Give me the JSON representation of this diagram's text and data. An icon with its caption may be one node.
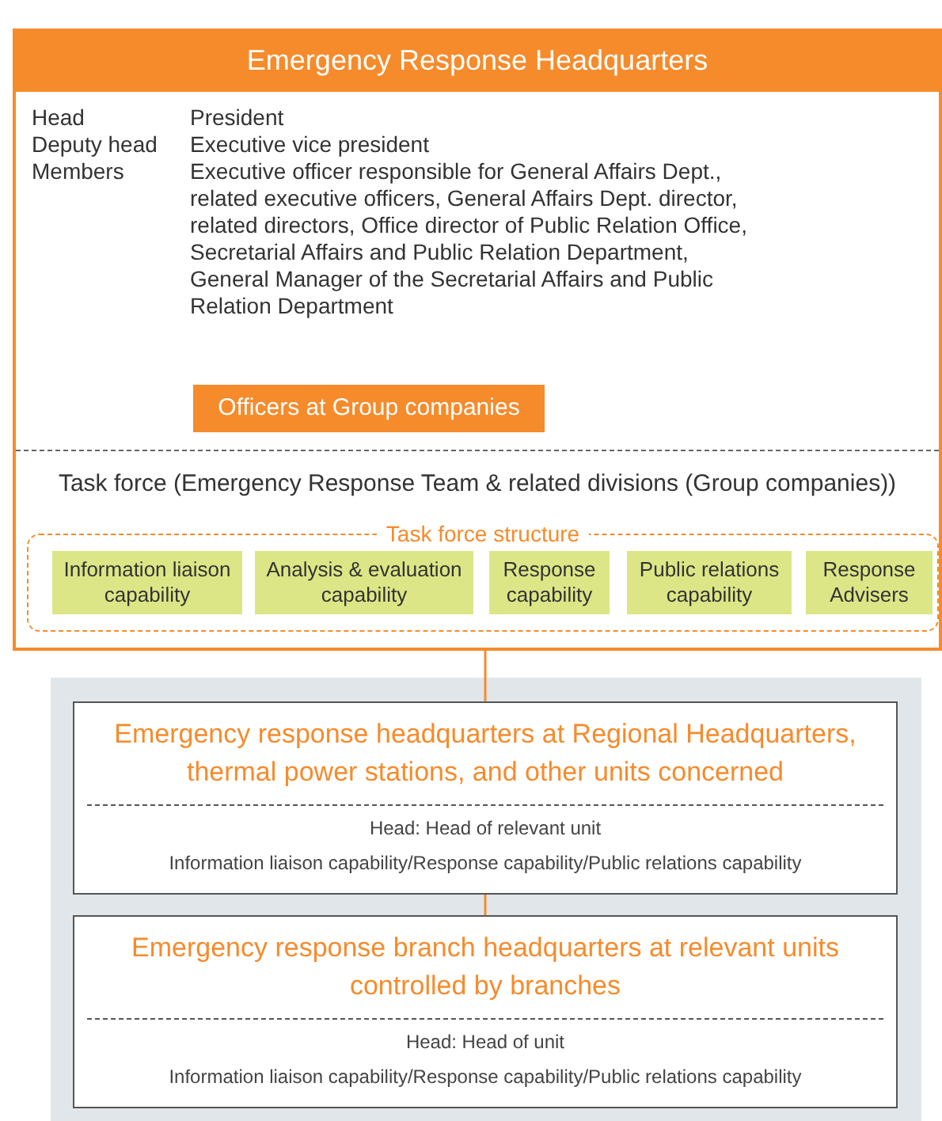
{
  "diagram": {
    "nodes": [
      {
        "text": [
          "Emergency Response Headquarters",
          "Head",
          "President",
          "Deputy head",
          "Executive vice president",
          "Members",
          "Executive officer responsible for General Affairs Dept., related executive officers, General Affairs Dept. director, related directors, Office director of Public Relation Office, Secretarial Affairs and Public Relation Department, General Manager of the Secretarial Affairs and Public Relation Department",
          "Task force (Emergency Response Team & related divisions (Group companies))"
        ]
      },
      {
        "text": [
          "Officers at Group companies"
        ],
        "in": 0
      },
      {
        "text": [
          "Task force structure"
        ],
        "in": 0
      },
      {
        "text": [
          "Information liaison capability"
        ],
        "in": 2
      },
      {
        "text": [
          "Analysis & evaluation capability"
        ],
        "in": 2
      },
      {
        "text": [
          "Response capability"
        ],
        "in": 2
      },
      {
        "text": [
          "Public relations capability"
        ],
        "in": 2
      },
      {
        "text": [
          "Response Advisers"
        ],
        "in": 2
      },
      {
        "text": [],
        "shape": "box"
      },
      {
        "text": [
          "Emergency response headquarters at Regional Headquarters, thermal power stations, and other units concerned",
          "Head: Head of relevant unit",
          "Information liaison capability/Response capability/Public relations capability"
        ],
        "in": 8
      },
      {
        "text": [
          "Emergency response branch headquarters at relevant units controlled by branches",
          "Head: Head of unit",
          "Information liaison capability/Response capability/Public relations capability"
        ],
        "in": 8
      }
    ],
    "edges": [
      {
        "from": 0,
        "to": 9,
        "arrow": "none"
      },
      {
        "from": 9,
        "to": 10,
        "arrow": "none"
      }
    ]
  }
}
